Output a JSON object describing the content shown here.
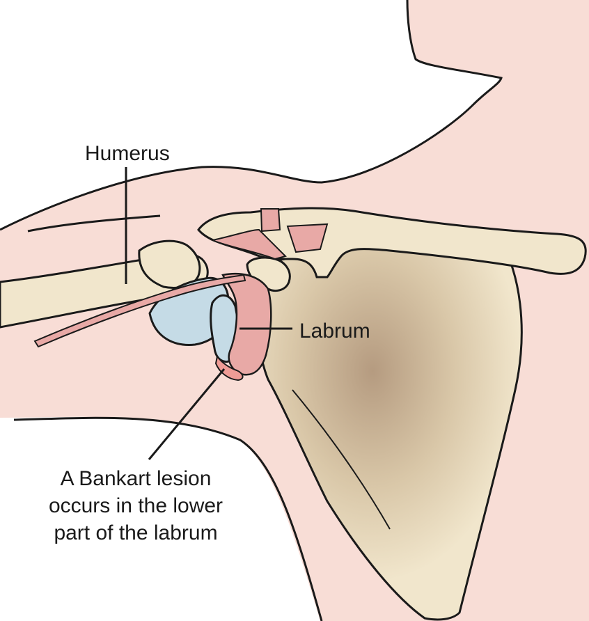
{
  "labels": {
    "humerus": "Humerus",
    "labrum": "Labrum",
    "bankart_lines": [
      "A Bankart lesion",
      "occurs in the lower",
      "part of the labrum"
    ]
  },
  "colors": {
    "skin": "#f8ddd6",
    "bone": "#f1e6cc",
    "cartilage": "#c5dbe6",
    "ligament": "#e8a9a6",
    "lesion": "#ef9c96",
    "outline": "#1a1a1a",
    "shadow": "#b89c80"
  }
}
